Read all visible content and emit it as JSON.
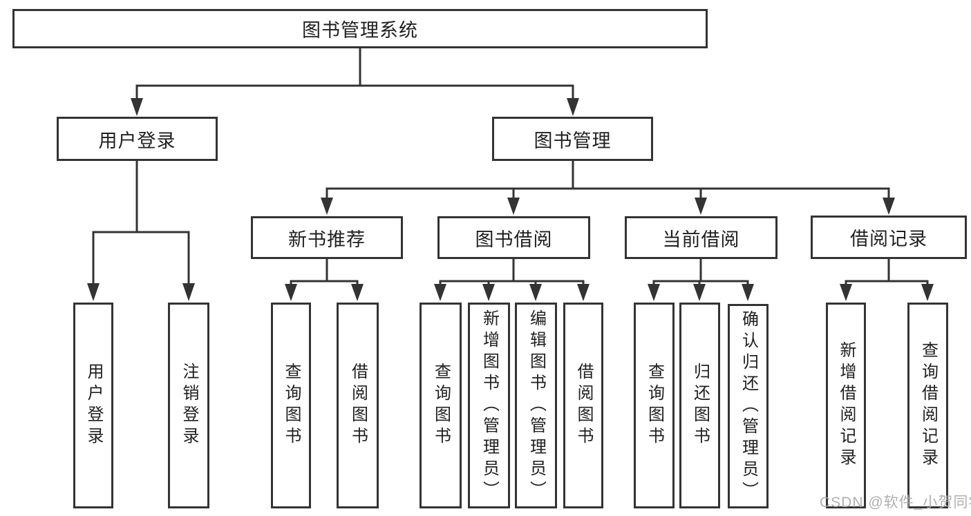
{
  "diagram": {
    "root": "图书管理系统",
    "branches": {
      "user_login": "用户登录",
      "book_management": "图书管理"
    },
    "modules": {
      "new_book_recommend": "新书推荐",
      "book_borrow": "图书借阅",
      "current_borrow": "当前借阅",
      "borrow_record": "借阅记录"
    },
    "leaves": {
      "login": "用户登录",
      "logout": "注销登录",
      "rec_query_book": "查询图书",
      "rec_borrow_book": "借阅图书",
      "bb_query_book": "查询图书",
      "bb_add_book": "新增图书（管理员）",
      "bb_edit_book": "编辑图书（管理员）",
      "bb_borrow_book": "借阅图书",
      "cb_query_book": "查询图书",
      "cb_return_book": "归还图书",
      "cb_confirm_return": "确认归还（管理员）",
      "br_add_record": "新增借阅记录",
      "br_query_record": "查询借阅记录"
    }
  },
  "watermark": "CSDN @软件_小贺同学"
}
